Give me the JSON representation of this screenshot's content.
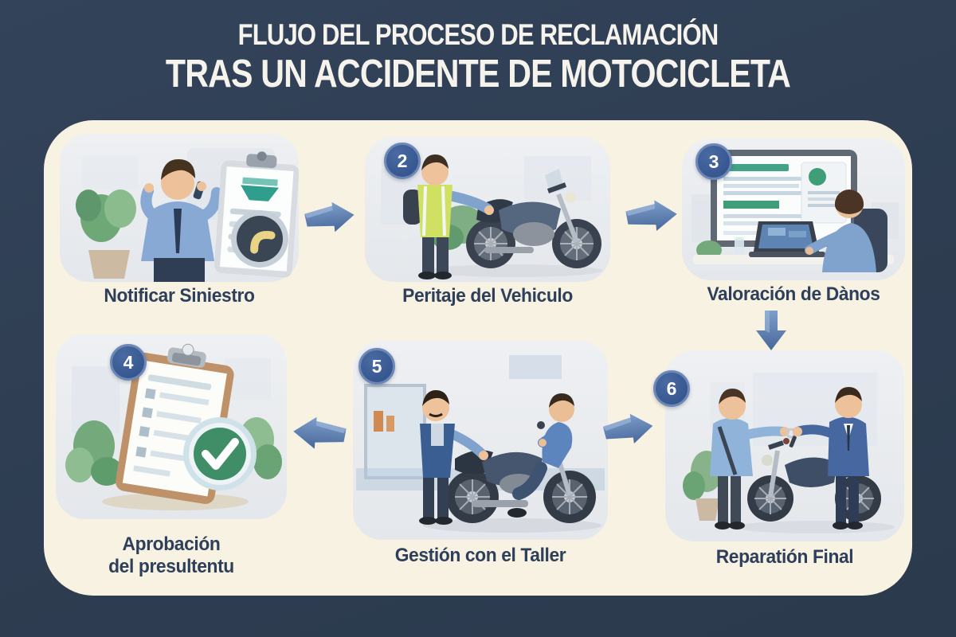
{
  "title": {
    "line1": "FLUJO DEL PROCESO DE RECLAMACIÓN",
    "line2": "TRAS UN ACCIDENTE DE MOTOCICLETA"
  },
  "steps": [
    {
      "label_lines": [
        "Notificar Siniestro"
      ]
    },
    {
      "number": "2",
      "label_lines": [
        "Peritaje del Vehiculo"
      ]
    },
    {
      "number": "3",
      "label_lines": [
        "Valoración de Dànos"
      ]
    },
    {
      "number": "4",
      "label_lines": [
        "Aprobación",
        "del presultentu"
      ]
    },
    {
      "number": "5",
      "label_lines": [
        "Gestión con el Taller"
      ]
    },
    {
      "number": "6",
      "label_lines": [
        "Reparatión Final"
      ]
    }
  ],
  "flow_arrows": [
    {
      "between": "step1-step2",
      "direction": "right"
    },
    {
      "between": "step2-step3",
      "direction": "right"
    },
    {
      "between": "step3-step6",
      "direction": "down"
    },
    {
      "between": "step5-step4",
      "direction": "left"
    },
    {
      "between": "step5-step6",
      "direction": "right"
    }
  ],
  "icons": {
    "phone_badge": "☎",
    "checkmark": "✓",
    "arrow_right": "→",
    "arrow_down": "↓",
    "arrow_left": "←"
  },
  "colors": {
    "background_navy": "#2f3e52",
    "panel_cream": "#f8f2e3",
    "title_text": "#f5f3ec",
    "label_text": "#2d3f5a",
    "badge_blue": "#3b5c95",
    "arrow_blue": "#5c80b0",
    "check_green": "#3f8e67",
    "vest_yellow": "#cfe063"
  }
}
